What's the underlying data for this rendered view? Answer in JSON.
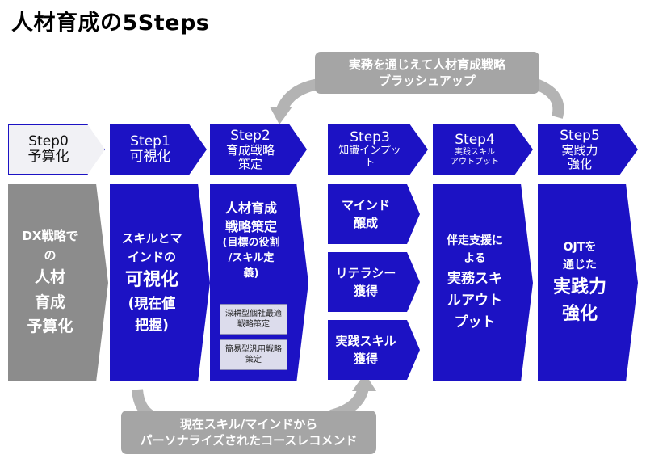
{
  "title": "人材育成の5Steps",
  "top_loop": {
    "line1": "実務を通じえて人材育成戦略",
    "line2": "ブラッシュアップ"
  },
  "bottom_loop": {
    "line1": "現在スキル/マインドから",
    "line2": "パーソナライズされたコースレコメンド"
  },
  "steps": [
    {
      "label": "Step0",
      "sub1": "予算化",
      "sub2": ""
    },
    {
      "label": "Step1",
      "sub1": "可視化",
      "sub2": ""
    },
    {
      "label": "Step2",
      "sub1": "育成戦略",
      "sub2": "策定"
    },
    {
      "label": "Step3",
      "sub1": "知識インプッ",
      "sub2": "ト"
    },
    {
      "label": "Step4",
      "sub1": "実践スキル",
      "sub2": "アウトプット"
    },
    {
      "label": "Step5",
      "sub1": "実践力",
      "sub2": "強化"
    }
  ],
  "step0_body": {
    "l1": "DX戦略で",
    "l2": "の",
    "l3": "人材",
    "l4": "育成",
    "l5": "予算化"
  },
  "step1_body": {
    "l1": "スキルとマ",
    "l2": "インドの",
    "l3": "可視化",
    "l4": "(現在値",
    "l5": "把握)"
  },
  "step2_body": {
    "l1": "人材育成",
    "l2": "戦略策定",
    "l3": "(目標の役割",
    "l4": "/スキル定",
    "l5": "義)",
    "sub_a1": "深耕型個社最適",
    "sub_a2": "戦略策定",
    "sub_b1": "簡易型汎用戦略",
    "sub_b2": "策定"
  },
  "step3_items": [
    {
      "l1": "マインド",
      "l2": "醸成"
    },
    {
      "l1": "リテラシー",
      "l2": "獲得"
    },
    {
      "l1": "実践スキル",
      "l2": "獲得"
    }
  ],
  "step4_body": {
    "l1": "伴走支援に",
    "l2": "よる",
    "l3": "実務スキ",
    "l4": "ルアウト",
    "l5": "プット"
  },
  "step5_body": {
    "l1": "OJTを",
    "l2": "通じた",
    "l3": "実践力",
    "l4": "強化"
  },
  "colors": {
    "blue": "#1c12c4",
    "gray_box": "#8c8c8c",
    "pill": "#a5a5a5",
    "loop_arc": "#b3b3b3"
  }
}
